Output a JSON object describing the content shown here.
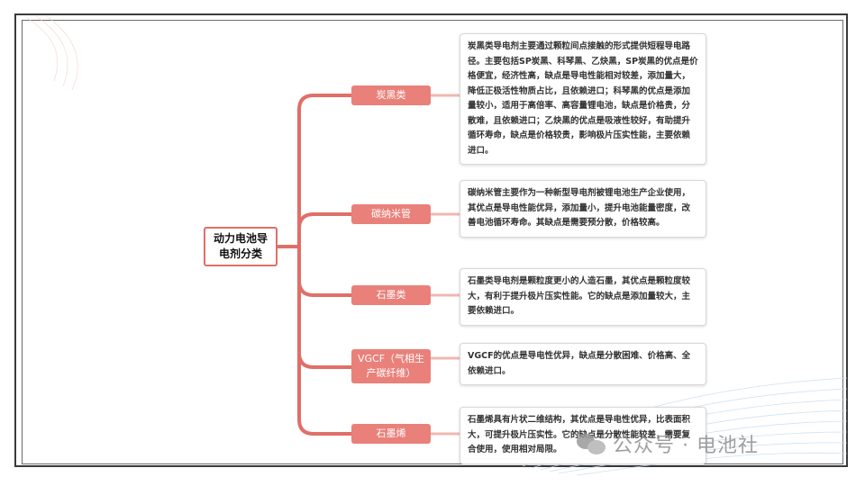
{
  "root": {
    "label": "动力电池导电剂分类"
  },
  "branches": [
    {
      "label": "炭黑类",
      "desc": "炭黑类导电剂主要通过颗粒间点接触的形式提供短程导电路径。主要包括SP炭黑、科琴黑、乙炔黑，SP炭黑的优点是价格便宜，经济性高，缺点是导电性能相对较差，添加量大，降低正极活性物质占比，且依赖进口；科琴黑的优点是添加量较小，适用于高倍率、高容量锂电池，缺点是价格贵，分散难，且依赖进口；乙炔黑的优点是吸液性较好，有助提升循环寿命，缺点是价格较贵，影响极片压实性能，主要依赖进口。"
    },
    {
      "label": "碳纳米管",
      "desc": "碳纳米管主要作为一种新型导电剂被锂电池生产企业使用，其优点是导电性能优异，添加量小，提升电池能量密度，改善电池循环寿命。其缺点是需要预分散，价格较高。"
    },
    {
      "label": "石墨类",
      "desc": "石墨类导电剂是颗粒度更小的人造石墨，其优点是颗粒度较大，有利于提升极片压实性能。它的缺点是添加量较大，主要依赖进口。"
    },
    {
      "label": "VGCF（气相生产碳纤维）",
      "desc": "VGCF的优点是导电性优异，缺点是分散困难、价格高、全依赖进口。"
    },
    {
      "label": "石墨烯",
      "desc": "石墨烯具有片状二维结构，其优点是导电性优异，比表面积大，可提升极片压实性。它的缺点是分散性能较差，需要复合使用，使用相对局限。"
    }
  ],
  "watermark": {
    "text": "公众号 · 电池社"
  },
  "colors": {
    "accent": "#e9807a",
    "connector": "#e06f68"
  }
}
